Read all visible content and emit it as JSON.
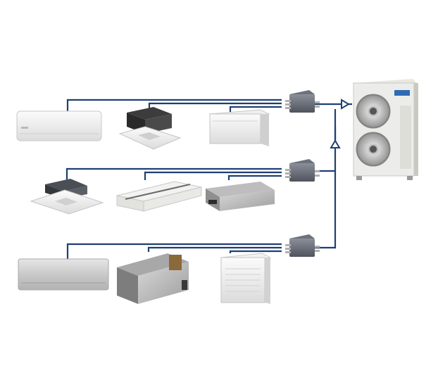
{
  "diagram": {
    "pipe_color": "#1f3f73",
    "units": [
      {
        "id": "wall-mounted-unit-1",
        "icon": "wall-mounted-ac-icon"
      },
      {
        "id": "ceiling-cassette-unit-1",
        "icon": "ceiling-cassette-icon"
      },
      {
        "id": "floor-ceiling-unit-1",
        "icon": "floor-ceiling-unit-icon"
      },
      {
        "id": "ceiling-cassette-unit-2",
        "icon": "ceiling-cassette-icon"
      },
      {
        "id": "ceiling-suspended-unit",
        "icon": "ceiling-suspended-unit-icon"
      },
      {
        "id": "ducted-unit-1",
        "icon": "ducted-unit-icon"
      },
      {
        "id": "wall-mounted-unit-2",
        "icon": "wall-mounted-ac-icon"
      },
      {
        "id": "ducted-unit-2",
        "icon": "ducted-unit-icon"
      },
      {
        "id": "floor-standing-unit",
        "icon": "floor-standing-unit-icon"
      }
    ],
    "branch_boxes": [
      "branch-box-icon",
      "branch-box-icon",
      "branch-box-icon"
    ],
    "outdoor_unit": {
      "icon": "outdoor-condenser-icon"
    }
  }
}
